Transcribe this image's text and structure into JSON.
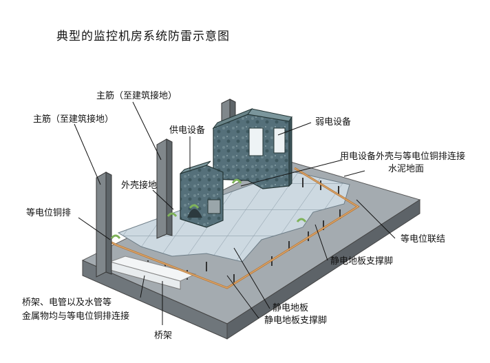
{
  "title": "典型的监控机房系统防雷示意图",
  "labels": {
    "main_bar_right": "主筋（至建筑接地）",
    "main_bar_left": "主筋（至建筑接地）",
    "power_equipment": "供电设备",
    "weak_equipment": "弱电设备",
    "housing_to_copper": "用电设备外壳与等电位铜排连接",
    "cement_floor": "水泥地面",
    "housing_ground": "外壳接地",
    "copper_bar": "等电位铜排",
    "bonding_connection": "等电位联结",
    "floor_support_right": "静电地板支撑脚",
    "tray_metal_1": "桥架、电管以及水管等",
    "tray_metal_2": "金属物均与等电位铜排连接",
    "static_floor": "静电地板",
    "floor_support_bottom": "静电地板支撑脚",
    "cable_tray": "桥架"
  },
  "colors": {
    "slab_top": "#9aa2a8",
    "slab_side": "#6e7479",
    "floor_tile": "#c9d5dd",
    "equipment": "#4f6b6d",
    "copper": "#b87a3a",
    "steel": "#7d8488"
  }
}
